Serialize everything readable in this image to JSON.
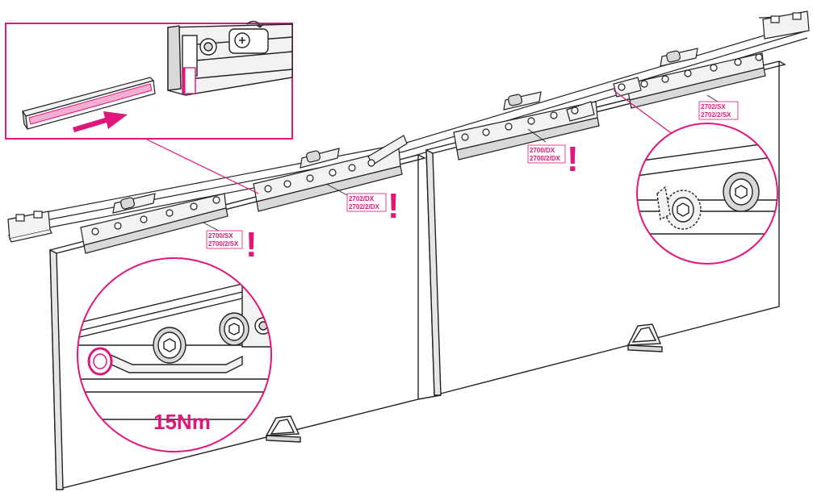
{
  "labels": {
    "clip_left": [
      "2700/SX",
      "2700/2/SX"
    ],
    "clip_mid": [
      "2702/DX",
      "2702/2/DX"
    ],
    "clip_center": [
      "2700/DX",
      "2700/2/DX"
    ],
    "clip_right": [
      "2702/SX",
      "2702/2/SX"
    ],
    "warning": "!"
  },
  "torque": "15Nm",
  "colors": {
    "accent": "#e0177a",
    "line": "#222222",
    "fill_light": "#f2f2f2",
    "fill_mid": "#d9d9d9"
  }
}
